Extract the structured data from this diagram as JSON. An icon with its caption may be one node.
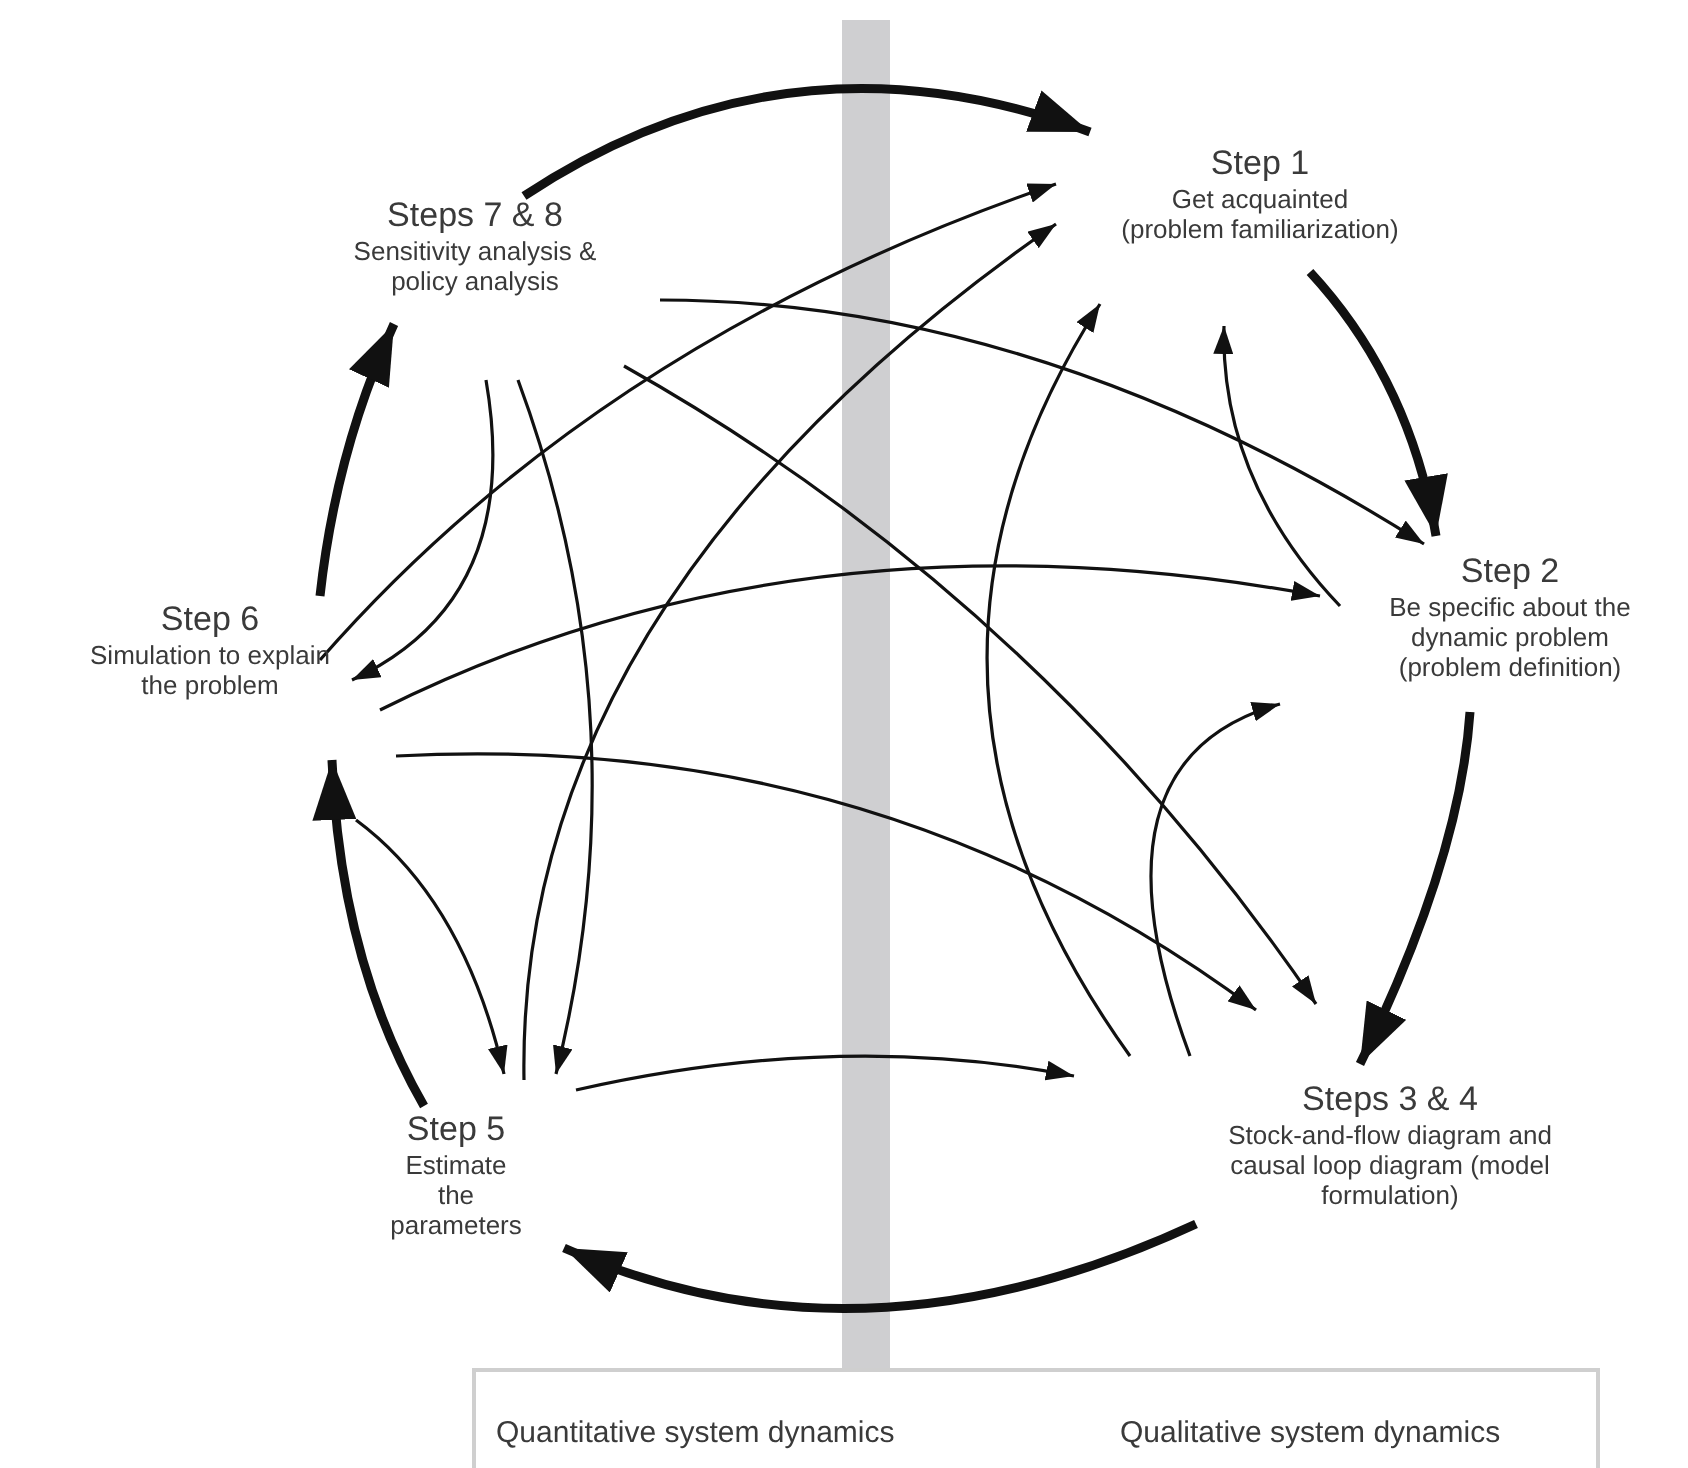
{
  "diagram": {
    "nodes": [
      {
        "text": [
          "Step 1",
          "Get acquainted (problem familiarization)"
        ]
      },
      {
        "text": [
          "Step 2",
          "Be specific about the dynamic problem (problem definition)"
        ]
      },
      {
        "text": [
          "Steps 3 & 4",
          "Stock-and-flow diagram and causal loop diagram (model formulation)"
        ]
      },
      {
        "text": [
          "Step 5",
          "Estimate the parameters"
        ]
      },
      {
        "text": [
          "Step 6",
          "Simulation to explain the problem"
        ]
      },
      {
        "text": [
          "Steps 7 & 8",
          "Sensitivity analysis & policy analysis"
        ]
      }
    ],
    "edges": [
      {
        "from": 5,
        "to": 0,
        "arrow": "to",
        "style": "thick"
      },
      {
        "from": 0,
        "to": 1,
        "arrow": "to",
        "style": "thick"
      },
      {
        "from": 1,
        "to": 2,
        "arrow": "to",
        "style": "thick"
      },
      {
        "from": 2,
        "to": 3,
        "arrow": "to",
        "style": "thick"
      },
      {
        "from": 3,
        "to": 4,
        "arrow": "to",
        "style": "thick"
      },
      {
        "from": 4,
        "to": 5,
        "arrow": "to",
        "style": "thick"
      },
      {
        "from": 5,
        "to": 1,
        "arrow": "to"
      },
      {
        "from": 5,
        "to": 2,
        "arrow": "to"
      },
      {
        "from": 5,
        "to": 4,
        "arrow": "to"
      },
      {
        "from": 5,
        "to": 3,
        "arrow": "to"
      },
      {
        "from": 4,
        "to": 0,
        "arrow": "to"
      },
      {
        "from": 4,
        "to": 1,
        "arrow": "to"
      },
      {
        "from": 4,
        "to": 2,
        "arrow": "to"
      },
      {
        "from": 4,
        "to": 3,
        "arrow": "to"
      },
      {
        "from": 3,
        "to": 0,
        "arrow": "to"
      },
      {
        "from": 3,
        "to": 2,
        "arrow": "to"
      },
      {
        "from": 2,
        "to": 0,
        "arrow": "to"
      },
      {
        "from": 2,
        "to": 1,
        "arrow": "to"
      },
      {
        "from": 1,
        "to": 0,
        "arrow": "to"
      }
    ],
    "labels": [
      "Quantitative system dynamics",
      "Qualitative system dynamics"
    ]
  }
}
